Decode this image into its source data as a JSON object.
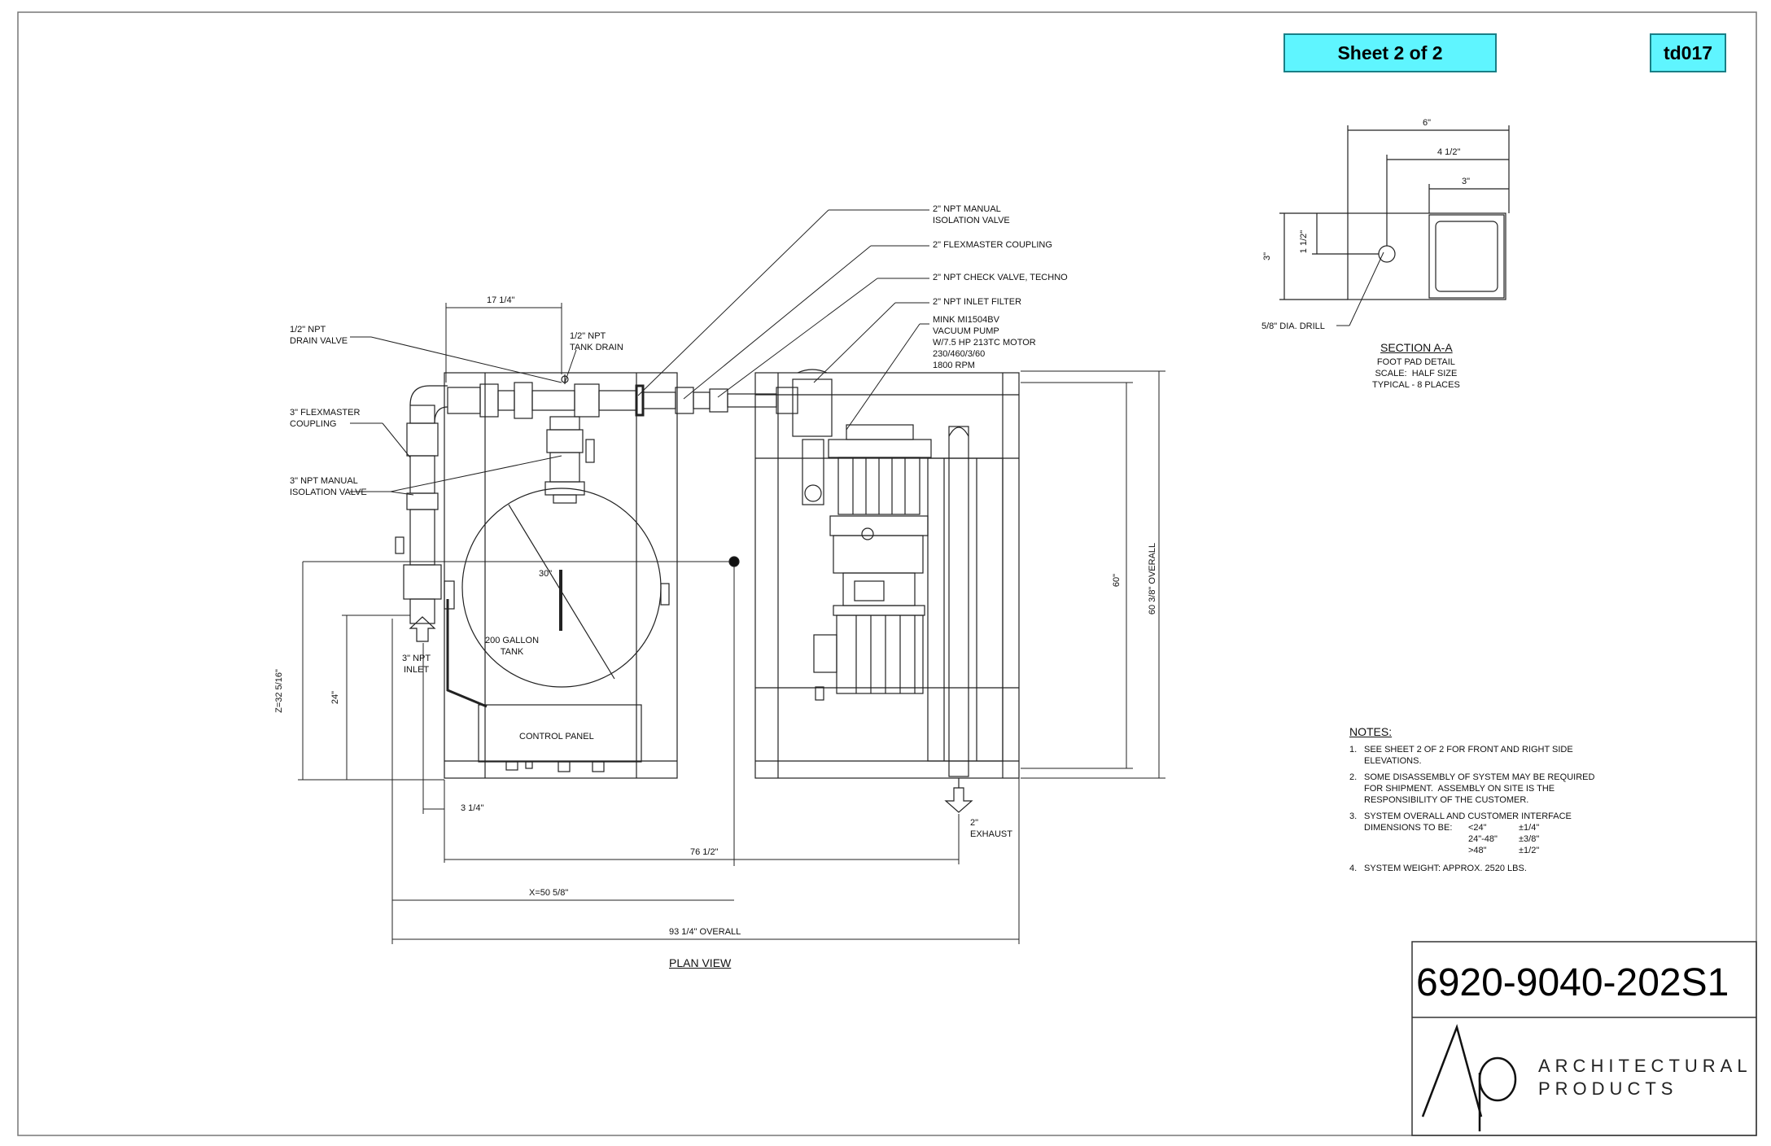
{
  "header": {
    "sheet_label": "Sheet 2 of 2",
    "drawing_id": "td017"
  },
  "title_block": {
    "drawing_number": "6920-9040-202S1",
    "company_line1": "ARCHITECTURAL",
    "company_line2": "PRODUCTS"
  },
  "plan_view": {
    "title": "PLAN VIEW",
    "callouts": {
      "isolation_valve_2": "2\" NPT MANUAL\nISOLATION VALVE",
      "flexmaster_2": "2\" FLEXMASTER COUPLING",
      "check_valve_2": "2\" NPT CHECK VALVE, TECHNO",
      "inlet_filter_2": "2\" NPT INLET FILTER",
      "pump": "MINK MI1504BV\nVACUUM PUMP\nW/7.5 HP 213TC MOTOR\n230/460/3/60\n1800 RPM",
      "drain_valve": "1/2\" NPT\nDRAIN VALVE",
      "tank_drain": "1/2\" NPT\nTANK DRAIN",
      "flexmaster_3": "3\" FLEXMASTER\nCOUPLING",
      "isolation_valve_3": "3\" NPT MANUAL\nISOLATION VALVE",
      "inlet_3": "3\" NPT\nINLET",
      "tank": "200 GALLON\nTANK",
      "control_panel": "CONTROL PANEL",
      "exhaust": "2\"\nEXHAUST"
    },
    "dimensions": {
      "d_17_1_4": "17 1/4\"",
      "d_30": "30\"",
      "d_z": "Z=32 5/16\"",
      "d_24": "24\"",
      "d_3_1_4": "3 1/4\"",
      "d_76_1_2": "76 1/2\"",
      "d_x": "X=50 5/8\"",
      "d_93_overall": "93 1/4\" OVERALL",
      "d_60": "60\"",
      "d_60_overall": "60 3/8\" OVERALL"
    }
  },
  "section": {
    "title": "SECTION A-A",
    "subtitle": "FOOT PAD DETAIL\nSCALE:  HALF SIZE\nTYPICAL - 8 PLACES",
    "dims": {
      "w6": "6\"",
      "w4": "4 1/2\"",
      "w3": "3\"",
      "h3": "3\"",
      "h1": "1 1/2\""
    },
    "drill": "5/8\" DIA. DRILL"
  },
  "notes": {
    "heading": "NOTES:",
    "items": [
      {
        "num": "1.",
        "text": "SEE SHEET 2 OF 2 FOR FRONT AND RIGHT SIDE\nELEVATIONS."
      },
      {
        "num": "2.",
        "text": "SOME DISASSEMBLY OF SYSTEM MAY BE REQUIRED\nFOR SHIPMENT.  ASSEMBLY ON SITE IS THE\nRESPONSIBILITY OF THE CUSTOMER."
      },
      {
        "num": "3.",
        "text": "SYSTEM OVERALL AND CUSTOMER INTERFACE\nDIMENSIONS TO BE:"
      },
      {
        "num": "4.",
        "text": "SYSTEM WEIGHT: APPROX. 2520 LBS."
      }
    ],
    "tolerances": [
      {
        "range": "<24\"",
        "tol": "±1/4\""
      },
      {
        "range": "24\"-48\"",
        "tol": "±3/8\""
      },
      {
        "range": ">48\"",
        "tol": "±1/2\""
      }
    ]
  }
}
